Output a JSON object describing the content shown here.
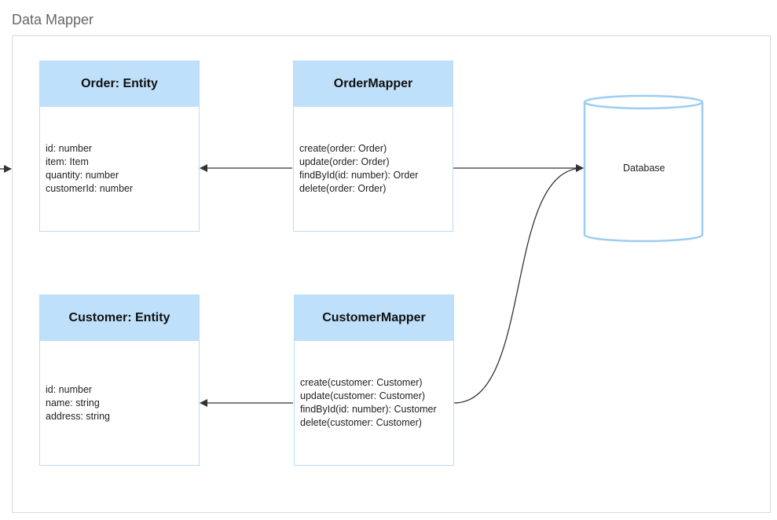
{
  "page": {
    "title": "Data Mapper"
  },
  "entities": {
    "order": {
      "title": "Order: Entity",
      "fields": [
        "id: number",
        "item: Item",
        "quantity: number",
        "customerId: number"
      ]
    },
    "customer": {
      "title": "Customer: Entity",
      "fields": [
        "id: number",
        "name: string",
        "address: string"
      ]
    }
  },
  "mappers": {
    "order": {
      "title": "OrderMapper",
      "methods": [
        "create(order: Order)",
        "update(order: Order)",
        "findById(id: number): Order",
        "delete(order: Order)"
      ]
    },
    "customer": {
      "title": "CustomerMapper",
      "methods": [
        "create(customer: Customer)",
        "update(customer: Customer)",
        "findById(id: number): Customer",
        "delete(customer: Customer)"
      ]
    }
  },
  "database": {
    "label": "Database"
  },
  "colors": {
    "header_fill": "#bfe0fa",
    "border": "#bcdcf5",
    "arrow": "#333333",
    "db_stroke": "#9ccdf2"
  }
}
